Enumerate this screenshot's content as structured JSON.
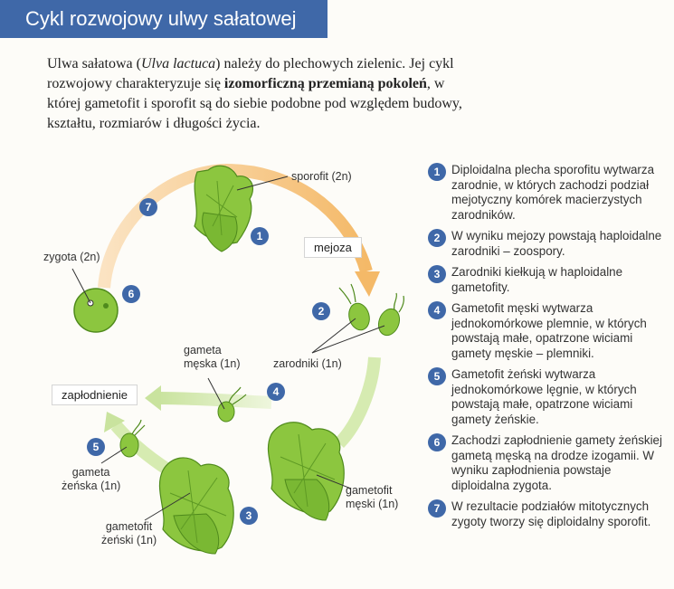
{
  "title": "Cykl rozwojowy ulwy sałatowej",
  "intro": {
    "p1": "Ulwa sałatowa (",
    "latin": "Ulva lactuca",
    "p2": ") należy do plechowych zielenic. Jej cykl rozwojowy charakteryzuje się ",
    "bold": "izomorficzną przemianą pokoleń",
    "p3": ", w której gametofit i sporofit są do siebie podobne pod względem budowy, kształtu, rozmiarów i długości życia."
  },
  "diagram": {
    "sporofit": "sporofit (2n)",
    "mejoza": "mejoza",
    "zygota": "zygota (2n)",
    "gameta_meska": [
      "gameta",
      "męska (1n)"
    ],
    "zarodniki": "zarodniki (1n)",
    "zaplodnienie": "zapłodnienie",
    "gameta_zenska": [
      "gameta",
      "żeńska (1n)"
    ],
    "gametofit_meski": [
      "gametofit",
      "męski (1n)"
    ],
    "gametofit_zenski": [
      "gametofit",
      "żeński (1n)"
    ],
    "markers": [
      "1",
      "2",
      "3",
      "4",
      "5",
      "6",
      "7"
    ]
  },
  "steps": [
    {
      "num": "1",
      "text": "Diploidalna plecha sporofitu wytwarza zarodnie, w których zachodzi podział mejotyczny komórek macierzystych zarodników."
    },
    {
      "num": "2",
      "text": "W wyniku mejozy powstają haploidalne zarodniki – zoospory."
    },
    {
      "num": "3",
      "text": "Zarodniki kiełkują w haploidalne gametofity."
    },
    {
      "num": "4",
      "text": "Gametofit męski wytwarza jednokomórkowe plemnie, w których powstają małe, opatrzone wiciami gamety męskie – plemniki."
    },
    {
      "num": "5",
      "text": "Gametofit żeński wytwarza jednokomórkowe lęgnie, w których powstają małe, opatrzone wiciami gamety żeńskie."
    },
    {
      "num": "6",
      "text": "Zachodzi zapłodnienie gamety żeńskiej gametą męską na drodze izogamii. W wyniku zapłodnienia powstaje diploidalna zygota."
    },
    {
      "num": "7",
      "text": "W rezultacie podziałów mitotycznych zygoty tworzy się diploidalny sporofit."
    }
  ],
  "colors": {
    "accent": "#3f68a8",
    "plant": "#8cc63f",
    "plant_dark": "#4f8a1c",
    "arrow_orange": "#f6c88a",
    "arrow_green": "#cfe6a8"
  }
}
